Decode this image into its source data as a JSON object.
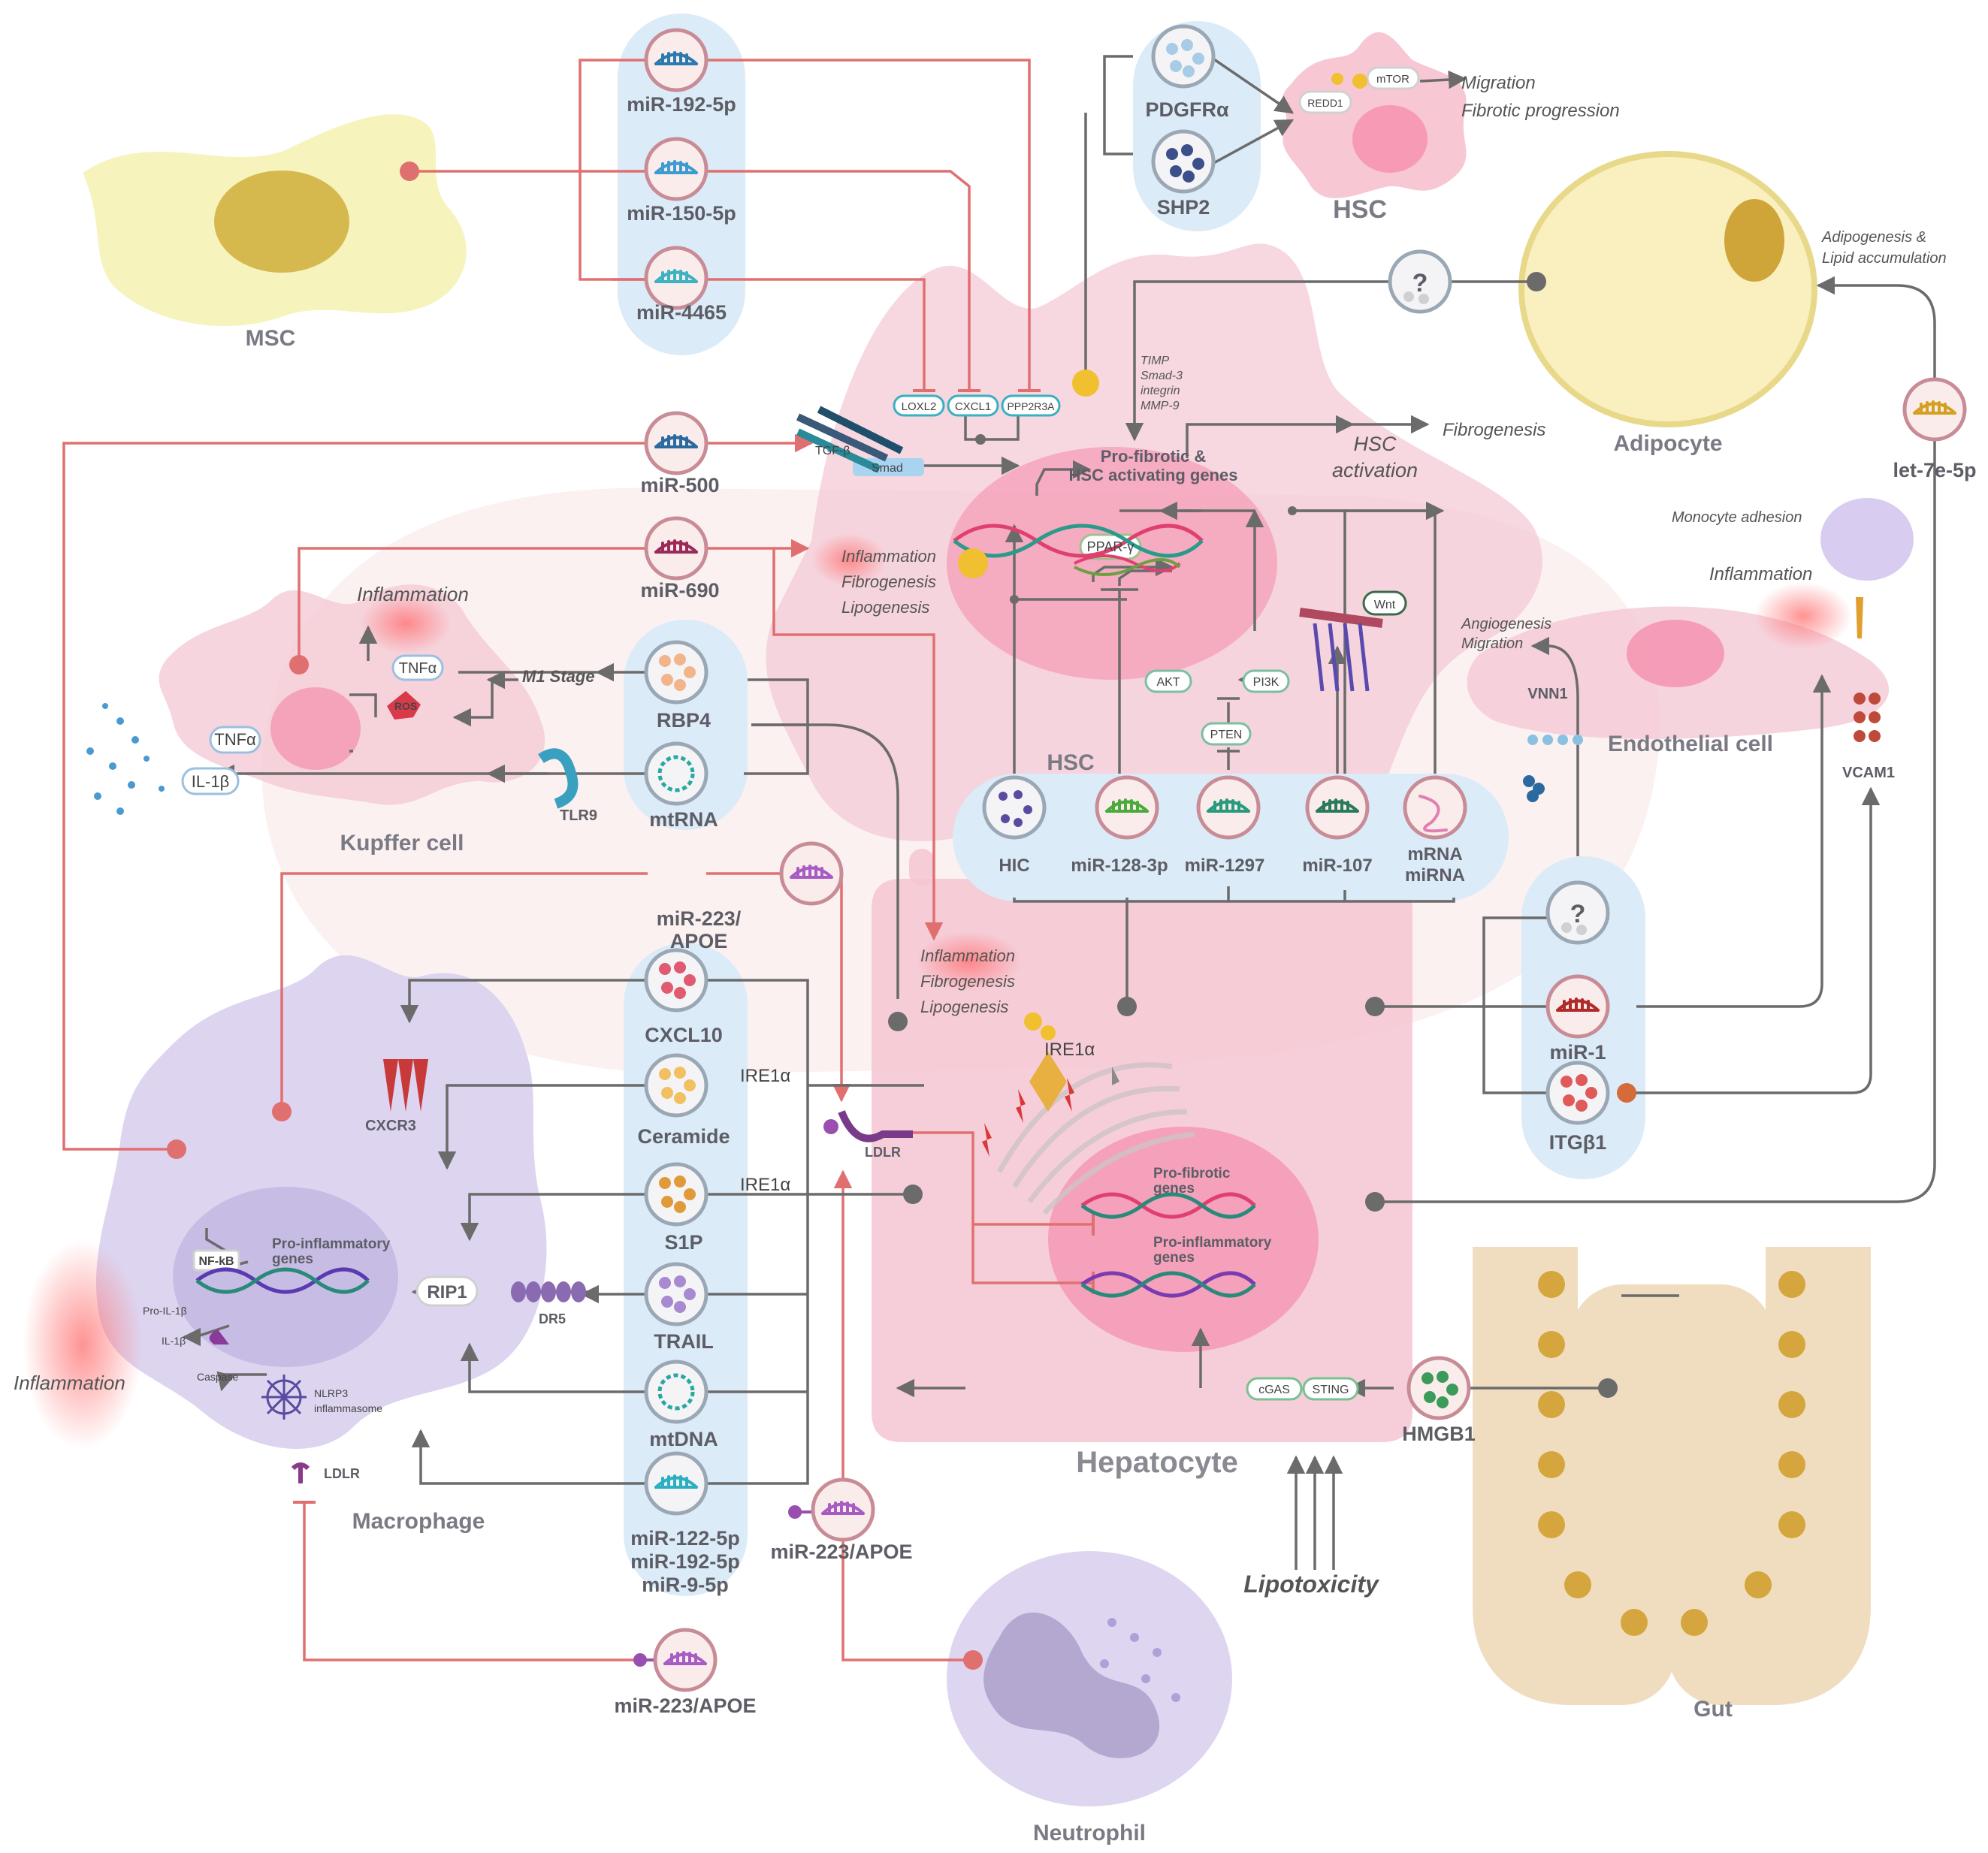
{
  "cells": {
    "msc": "MSC",
    "hsc_top": "HSC",
    "hsc_center": "HSC",
    "adipocyte": "Adipocyte",
    "kupffer": "Kupffer cell",
    "endothelial": "Endothelial cell",
    "macrophage": "Macrophage",
    "hepatocyte": "Hepatocyte",
    "neutrophil": "Neutrophil",
    "gut": "Gut"
  },
  "ev_cargo": {
    "mir192": "miR-192-5p",
    "mir150": "miR-150-5p",
    "mir4465": "miR-4465",
    "pdgfra": "PDGFRα",
    "shp2": "SHP2",
    "mir500": "miR-500",
    "mir690": "miR-690",
    "rbp4": "RBP4",
    "mtrna": "mtRNA",
    "mir223_top_line1": "miR-223/",
    "mir223_top_line2": "APOE",
    "cxcl10": "CXCL10",
    "ceramide": "Ceramide",
    "s1p": "S1P",
    "trail": "TRAIL",
    "mtdna": "mtDNA",
    "mir122_l1": "miR-122-5p",
    "mir122_l2": "miR-192-5p",
    "mir122_l3": "miR-9-5p",
    "mir223_mid": "miR-223/APOE",
    "mir223_bottom": "miR-223/APOE",
    "hic": "HIC",
    "mir128": "miR-128-3p",
    "mir1297": "miR-1297",
    "mir107": "miR-107",
    "mrna_l1": "mRNA",
    "mrna_l2": "miRNA",
    "mir1": "miR-1",
    "itgb1": "ITGβ1",
    "let7e": "let-7e-5p",
    "hmgb1": "HMGB1",
    "unknown": "?"
  },
  "labels": {
    "migration": "Migration",
    "fibrotic_progression": "Fibrotic progression",
    "adipogenesis_l1": "Adipogenesis &",
    "adipogenesis_l2": "Lipid accumulation",
    "timp": "TIMP",
    "smad3": "Smad-3",
    "integrin": "integrin",
    "mmp9": "MMP-9",
    "hsc_activation_l1": "HSC",
    "hsc_activation_l2": "activation",
    "fibrogenesis": "Fibrogenesis",
    "profibrotic_l1": "Pro-fibrotic &",
    "profibrotic_l2": "HSC activating genes",
    "tgfb": "TGF-β",
    "smad": "Smad",
    "loxl2": "LOXL2",
    "cxcl1": "CXCL1",
    "ppp2r3a": "PPP2R3A",
    "redd1": "REDD1",
    "mtor": "mTOR",
    "pparg": "PPAR-γ",
    "akt": "AKT",
    "pi3k": "PI3K",
    "pten": "PTEN",
    "wnt": "Wnt",
    "infl1": "Inflammation",
    "fib1": "Fibrogenesis",
    "lip1": "Lipogenesis",
    "infl2": "Inflammation",
    "fib2": "Fibrogenesis",
    "lip2": "Lipogenesis",
    "inflammation_kupffer": "Inflammation",
    "m1_stage": "M1 Stage",
    "tnfa_k": "TNFα",
    "ros": "ROS",
    "tnfa_out": "TNFα",
    "il1b_out": "IL-1β",
    "tlr9": "TLR9",
    "monocyte_adhesion": "Monocyte adhesion",
    "inflammation_endo": "Inflammation",
    "angiogenesis": "Angiogenesis",
    "migration_endo": "Migration",
    "vnn1": "VNN1",
    "vcam1": "VCAM1",
    "cxcr3": "CXCR3",
    "ire1a_1": "IRE1α",
    "ire1a_2": "IRE1α",
    "ire1a_hep": "IRE1α",
    "ldlr_hep": "LDLR",
    "nfkb": "NF-kB",
    "pro_infl_genes_l1": "Pro-inflammatory",
    "pro_infl_genes_l2": "genes",
    "rip1": "RIP1",
    "dr5": "DR5",
    "pro_il1b": "Pro-IL-1β",
    "il1b_mac": "IL-1β",
    "caspase": "Caspase",
    "nlrp3_l1": "NLRP3",
    "nlrp3_l2": "inflammasome",
    "ldlr_mac": "LDLR",
    "inflammation_mac": "Inflammation",
    "hep_profib_l1": "Pro-fibrotic",
    "hep_profib_l2": "genes",
    "hep_proinfl_l1": "Pro-inflammatory",
    "hep_proinfl_l2": "genes",
    "cgas": "cGAS",
    "sting": "STING",
    "lipotoxicity": "Lipotoxicity"
  },
  "colors": {
    "red_path": "#e07070",
    "grey_path": "#6b6b6b",
    "ev_panel": "#dcebf8",
    "hsc_pink": "#f4c6d2",
    "nucleus_pink": "#f59ab0",
    "macrophage": "#ddd5f0",
    "msc_yellow": "#f7f2b8",
    "adipocyte": "#faf0c0",
    "gut_tan": "#eed9b8"
  }
}
